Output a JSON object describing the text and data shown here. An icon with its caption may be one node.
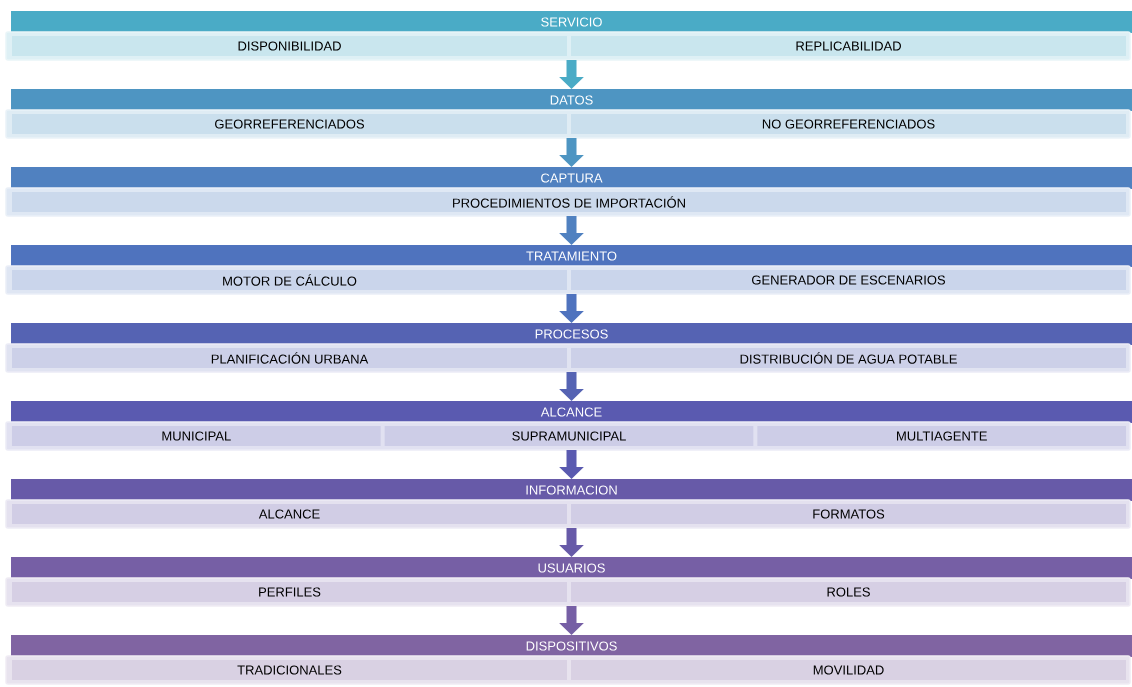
{
  "diagram": {
    "nodes": [
      {
        "text": [
          "SERVICIO"
        ]
      },
      {
        "text": [],
        "shape": "bar"
      },
      {
        "text": [
          "DISPONIBILIDAD"
        ],
        "in": 1
      },
      {
        "text": [
          "REPLICABILIDAD"
        ],
        "in": 1
      },
      {
        "text": [
          "DATOS"
        ]
      },
      {
        "text": [],
        "shape": "bar"
      },
      {
        "text": [
          "GEORREFERENCIADOS"
        ],
        "in": 5
      },
      {
        "text": [
          "NO GEORREFERENCIADOS"
        ],
        "in": 5
      },
      {
        "text": [
          "CAPTURA"
        ]
      },
      {
        "text": [],
        "shape": "bar"
      },
      {
        "text": [
          "PROCEDIMIENTOS DE IMPORTACIÓN"
        ],
        "in": 9
      },
      {
        "text": [
          "TRATAMIENTO"
        ]
      },
      {
        "text": [],
        "shape": "bar"
      },
      {
        "text": [
          "MOTOR DE CÁLCULO"
        ],
        "in": 12
      },
      {
        "text": [
          "GENERADOR DE ESCENARIOS"
        ],
        "in": 12
      },
      {
        "text": [
          "PROCESOS"
        ]
      },
      {
        "text": [],
        "shape": "bar"
      },
      {
        "text": [
          "PLANIFICACIÓN URBANA"
        ],
        "in": 16
      },
      {
        "text": [
          "DISTRIBUCIÓN DE AGUA POTABLE"
        ],
        "in": 16
      },
      {
        "text": [
          "ALCANCE"
        ]
      },
      {
        "text": [],
        "shape": "bar"
      },
      {
        "text": [
          "MUNICIPAL"
        ],
        "in": 20
      },
      {
        "text": [
          "SUPRAMUNICIPAL"
        ],
        "in": 20
      },
      {
        "text": [
          "MULTIAGENTE"
        ],
        "in": 20
      },
      {
        "text": [
          "INFORMACION"
        ]
      },
      {
        "text": [],
        "shape": "bar"
      },
      {
        "text": [
          "ALCANCE"
        ],
        "in": 25
      },
      {
        "text": [
          "FORMATOS"
        ],
        "in": 25
      },
      {
        "text": [
          "USUARIOS"
        ]
      },
      {
        "text": [],
        "shape": "bar"
      },
      {
        "text": [
          "PERFILES"
        ],
        "in": 29
      },
      {
        "text": [
          "ROLES"
        ],
        "in": 29
      },
      {
        "text": [
          "DISPOSITIVOS"
        ]
      },
      {
        "text": [],
        "shape": "bar"
      },
      {
        "text": [
          "TRADICIONALES"
        ],
        "in": 33
      },
      {
        "text": [
          "MOVILIDAD"
        ],
        "in": 33
      }
    ],
    "edges": [
      {
        "from": 1,
        "to": 4,
        "arrow": "to"
      },
      {
        "from": 5,
        "to": 8,
        "arrow": "to"
      },
      {
        "from": 9,
        "to": 11,
        "arrow": "to"
      },
      {
        "from": 12,
        "to": 15,
        "arrow": "to"
      },
      {
        "from": 16,
        "to": 19,
        "arrow": "to"
      },
      {
        "from": 20,
        "to": 24,
        "arrow": "to"
      },
      {
        "from": 25,
        "to": 28,
        "arrow": "to"
      },
      {
        "from": 29,
        "to": 32,
        "arrow": "to"
      }
    ]
  }
}
